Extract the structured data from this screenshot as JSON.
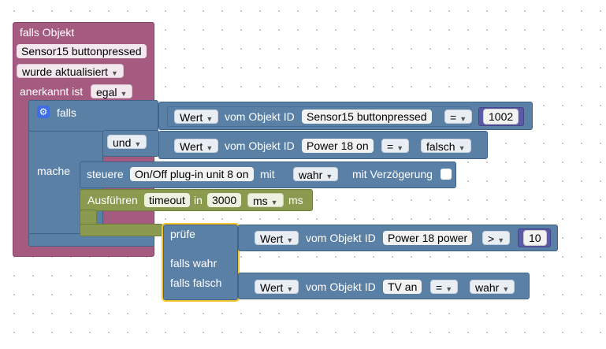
{
  "event_block": {
    "title": "falls Objekt",
    "object": "Sensor15 buttonpressed",
    "trigger": "wurde aktualisiert",
    "ack_label": "anerkannt ist",
    "ack_value": "egal"
  },
  "if_block": {
    "falls": "falls",
    "mache": "mache",
    "und": "und"
  },
  "condition1": {
    "wert": "Wert",
    "vom": "vom Objekt ID",
    "object": "Sensor15 buttonpressed",
    "op": "=",
    "value": "1002"
  },
  "condition2": {
    "wert": "Wert",
    "vom": "vom Objekt ID",
    "object": "Power 18 on",
    "op": "=",
    "value": "falsch"
  },
  "control": {
    "steuere": "steuere",
    "object": "On/Off plug-in unit 8 on",
    "mit": "mit",
    "value": "wahr",
    "delay_label": "mit Verzögerung"
  },
  "timeout": {
    "label": "Ausführen",
    "name": "timeout",
    "in": "in",
    "amount": "3000",
    "unit": "ms",
    "unit_suffix": "ms"
  },
  "ternary": {
    "pruefe": "prüfe",
    "falls_wahr": "falls wahr",
    "falls_falsch": "falls falsch"
  },
  "condition3": {
    "wert": "Wert",
    "vom": "vom Objekt ID",
    "object": "Power 18 power",
    "op": ">",
    "value": "10"
  },
  "condition4": {
    "wert": "Wert",
    "vom": "vom Objekt ID",
    "object": "TV an",
    "op": "=",
    "value": "wahr"
  },
  "colors": {
    "event": "#a55b80",
    "logic": "#5b80a5",
    "timer": "#8a9a4e",
    "number": "#5b5ba5",
    "selected": "#f4c430"
  }
}
